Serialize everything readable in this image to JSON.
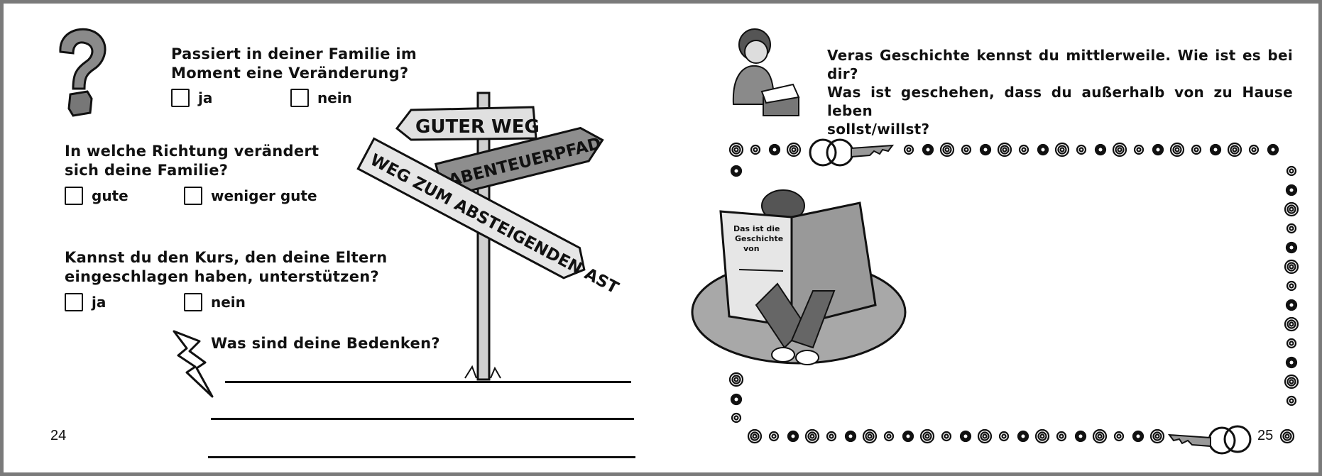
{
  "left_page": {
    "q1": {
      "text_line1": "Passiert in deiner Familie im",
      "text_line2": "Moment eine Veränderung?",
      "opt_a": "ja",
      "opt_b": "nein"
    },
    "q2": {
      "text_line1": "In welche Richtung verändert",
      "text_line2": "sich deine Familie?",
      "opt_a": "gute",
      "opt_b": "weniger gute"
    },
    "q3": {
      "text_line1": "Kannst du den Kurs, den deine Eltern",
      "text_line2": "eingeschlagen haben, unterstützen?",
      "opt_a": "ja",
      "opt_b": "nein"
    },
    "q4": {
      "text": "Was sind deine Bedenken?"
    },
    "signpost": {
      "sign1": "GUTER WEG",
      "sign2": "ABENTEUERPFAD",
      "sign3": "WEG ZUM ABSTEIGENDEN AST"
    },
    "page_number": "24"
  },
  "right_page": {
    "prompt_line1": "Veras Geschichte kennst du mittlerweile. Wie ist es bei dir?",
    "prompt_line2": "Was ist geschehen, dass du außerhalb von zu Hause leben",
    "prompt_line3": "sollst/willst?",
    "book_cover_line1": "Das ist die",
    "book_cover_line2": "Geschichte",
    "book_cover_line3": "von",
    "page_number": "25"
  }
}
